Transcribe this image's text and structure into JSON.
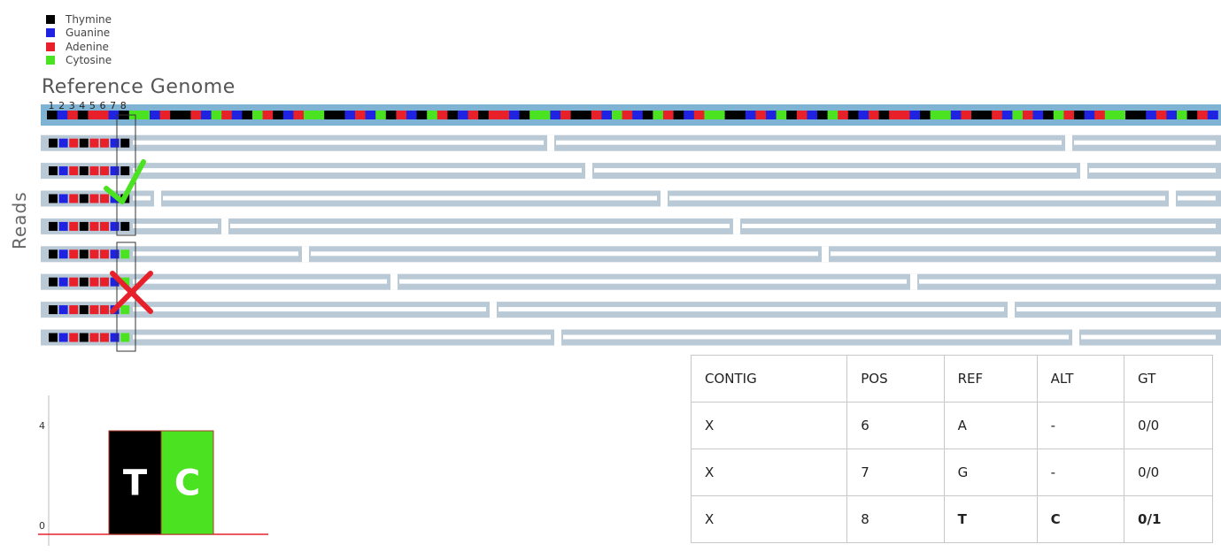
{
  "legend": [
    {
      "label": "Thymine",
      "color": "#000000"
    },
    {
      "label": "Guanine",
      "color": "#1f22e0"
    },
    {
      "label": "Adenine",
      "color": "#e8202a"
    },
    {
      "label": "Cytosine",
      "color": "#4be321"
    }
  ],
  "reference": {
    "title": "Reference Genome",
    "position_numbers": [
      "1",
      "2",
      "3",
      "4",
      "5",
      "6",
      "7",
      "8"
    ]
  },
  "reads_label": "Reads",
  "reads": [
    {
      "bases": [
        "T",
        "G",
        "A",
        "T",
        "A",
        "A",
        "G",
        "T"
      ],
      "status": "match"
    },
    {
      "bases": [
        "T",
        "G",
        "A",
        "T",
        "A",
        "A",
        "G",
        "T"
      ],
      "status": "match"
    },
    {
      "bases": [
        "T",
        "G",
        "A",
        "T",
        "A",
        "A",
        "G",
        "T"
      ],
      "status": "match"
    },
    {
      "bases": [
        "T",
        "G",
        "A",
        "T",
        "A",
        "A",
        "G",
        "T"
      ],
      "status": "match"
    },
    {
      "bases": [
        "T",
        "G",
        "A",
        "T",
        "A",
        "A",
        "G",
        "C"
      ],
      "status": "mismatch"
    },
    {
      "bases": [
        "T",
        "G",
        "A",
        "T",
        "A",
        "A",
        "G",
        "C"
      ],
      "status": "mismatch"
    },
    {
      "bases": [
        "T",
        "G",
        "A",
        "T",
        "A",
        "A",
        "G",
        "C"
      ],
      "status": "mismatch"
    },
    {
      "bases": [
        "T",
        "G",
        "A",
        "T",
        "A",
        "A",
        "G",
        "C"
      ],
      "status": "mismatch"
    }
  ],
  "marks": {
    "match": "checkmark",
    "mismatch": "cross",
    "match_color": "#4be321",
    "mismatch_color": "#e8202a"
  },
  "histogram": {
    "y_max_label": "4",
    "y_min_label": "0",
    "bars": [
      {
        "label": "T",
        "count": 4,
        "color": "#000000"
      },
      {
        "label": "C",
        "count": 4,
        "color": "#4be321"
      }
    ]
  },
  "table": {
    "headers": [
      "CONTIG",
      "POS",
      "REF",
      "ALT",
      "GT"
    ],
    "rows": [
      {
        "cells": [
          "X",
          "6",
          "A",
          "-",
          "0/0"
        ],
        "bold": false
      },
      {
        "cells": [
          "X",
          "7",
          "G",
          "-",
          "0/0"
        ],
        "bold": false
      },
      {
        "cells": [
          "X",
          "8",
          "T",
          "C",
          "0/1"
        ],
        "bold": true
      }
    ]
  }
}
